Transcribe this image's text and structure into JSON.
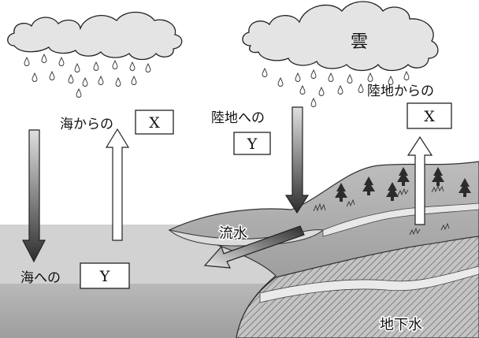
{
  "labels": {
    "cloud": "雲",
    "sea_from": "海からの",
    "sea_to": "海への",
    "land_to": "陸地への",
    "land_from": "陸地からの",
    "runoff": "流水",
    "groundwater": "地下水"
  },
  "boxes": {
    "x": "X",
    "y": "Y"
  },
  "colors": {
    "sea": "#cfcfcf",
    "sea_deep": "#a8a8a8",
    "land": "#b3b3b3",
    "cloud": "#e6e6e6",
    "stroke": "#222222",
    "down_arrow_top": "#d9d9d9",
    "down_arrow_bottom": "#2e2e2e"
  }
}
